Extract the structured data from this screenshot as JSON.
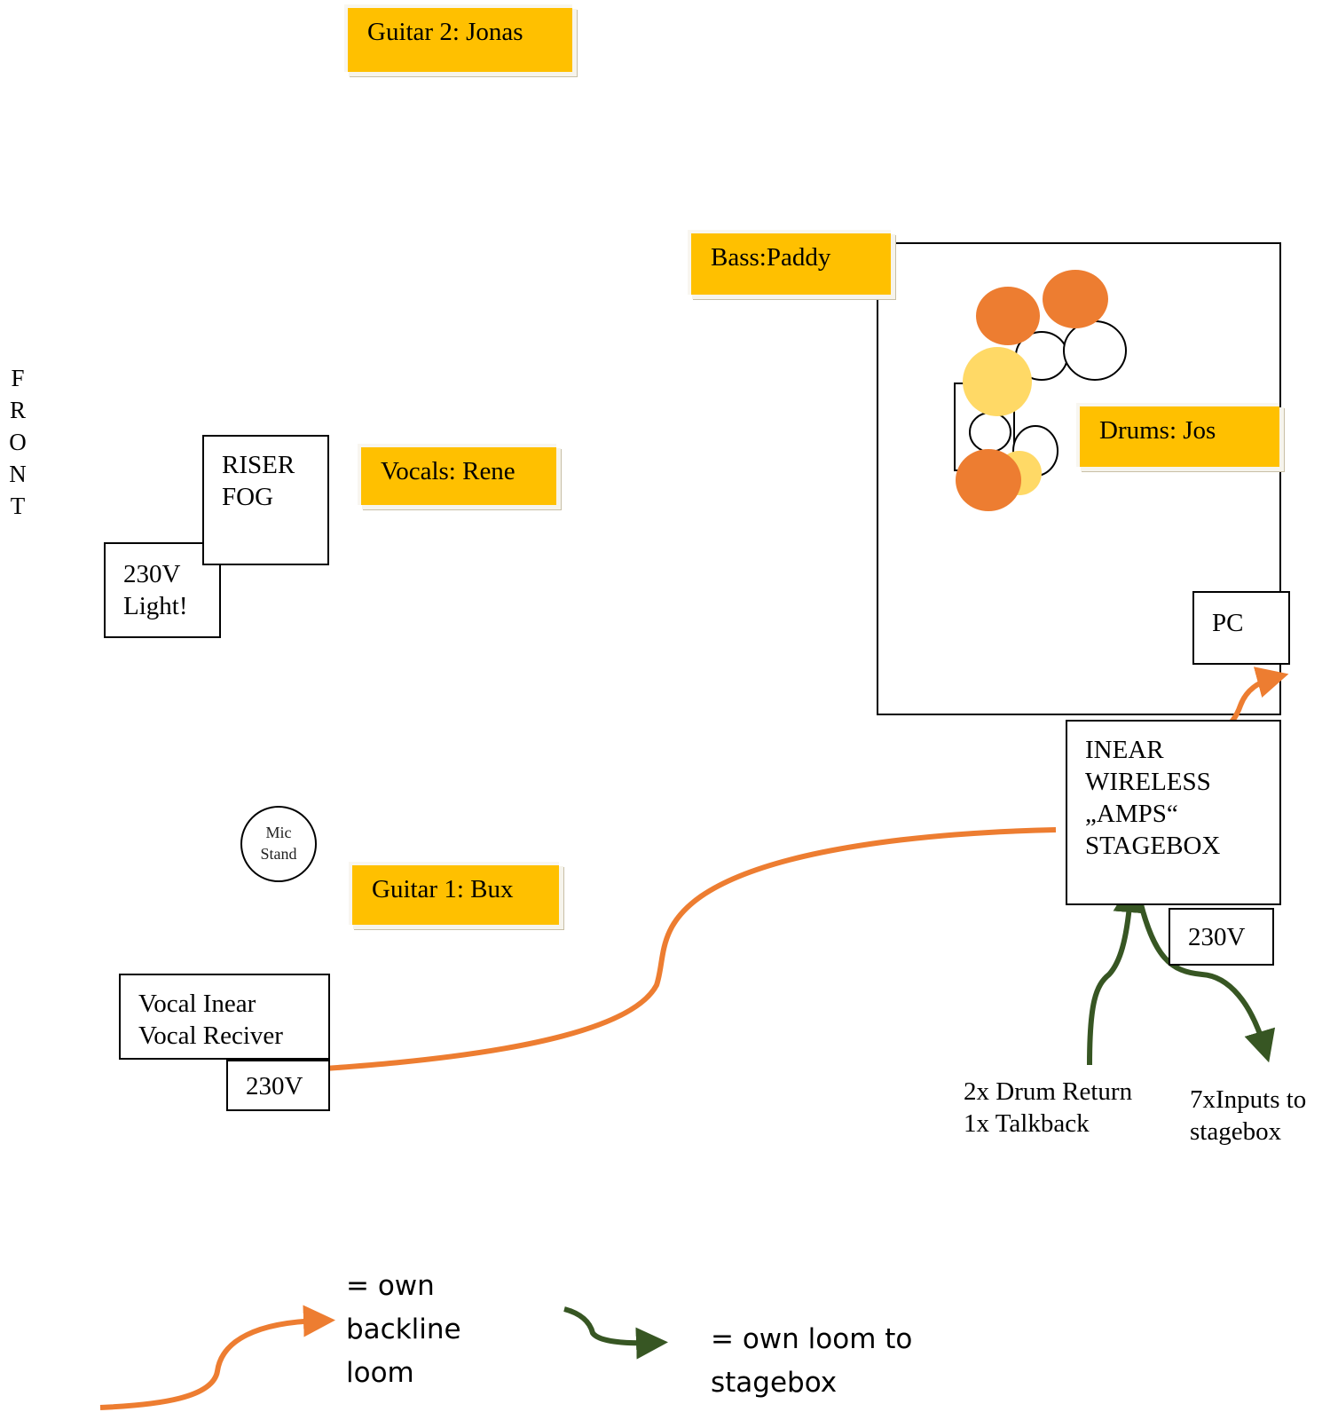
{
  "side_label": [
    "F",
    "R",
    "O",
    "N",
    "T"
  ],
  "musicians": {
    "guitar2": "Guitar 2: Jonas",
    "bass": "Bass:Paddy",
    "drums": "Drums: Jos",
    "vocals": "Vocals: Rene",
    "guitar1": "Guitar 1: Bux"
  },
  "boxes": {
    "riser_fog": "RISER\nFOG",
    "light_power": "230V\nLight!",
    "pc": "PC",
    "inear_stagebox": "INEAR\nWIRELESS\n„AMPS“\nSTAGEBOX",
    "stagebox_power": "230V",
    "vocal_inear": "Vocal Inear\nVocal Reciver",
    "vocal_power": "230V"
  },
  "mic_stand": "Mic\nStand",
  "notes": {
    "drum_return": "2x Drum Return\n1x Talkback",
    "inputs": "7xInputs to\nstagebox"
  },
  "legend": {
    "backline_loom": "= own\nbackline\nloom",
    "stagebox_loom": "= own loom to\nstagebox"
  },
  "colors": {
    "label_fill": "#FFC000",
    "backline_loom": "#ED7D31",
    "stagebox_loom": "#375623",
    "drum_orange": "#ED7D31",
    "drum_yellow": "#FFD966"
  }
}
